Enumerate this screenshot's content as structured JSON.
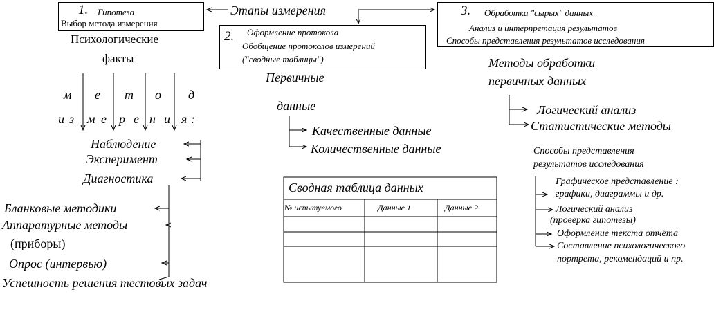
{
  "center_title": "Этапы измерения",
  "stage1": {
    "number": "1.",
    "line1": "Гипотеза",
    "line2": "Выбор метода измерения"
  },
  "stage2": {
    "number": "2.",
    "line1": "Оформление протокола",
    "line2": "Обобщение протоколов измерений",
    "line3": "(\"сводные таблицы\")"
  },
  "stage3": {
    "number": "3.",
    "line1": "Обработка \"сырых\" данных",
    "line2": "Анализ и интерпретация результатов",
    "line3": "Способы представления результатов исследования"
  },
  "psych_facts": {
    "line1": "Психологические",
    "line2": "факты"
  },
  "methods_letters_row1": [
    "м",
    "е",
    "т",
    "о",
    "д"
  ],
  "methods_letters_row2": [
    "и",
    "з",
    "м",
    "е",
    "р",
    "е",
    "н",
    "и",
    "я",
    ":"
  ],
  "methods": [
    "Наблюдение",
    "Эксперимент",
    "Диагностика"
  ],
  "diagnostics": {
    "item1": "Бланковые методики",
    "item2": "Аппаратурные методы",
    "item2_sub": "(приборы)",
    "item3": "Опрос   (интервью)",
    "item4": "Успешность решения тестовых задач"
  },
  "primary_data": {
    "line1": "Первичные",
    "line2": "данные",
    "items": [
      "Качественные  данные",
      "Количественные данные"
    ]
  },
  "summary_table": {
    "title": "Сводная таблица данных",
    "headers": [
      "№ испытуемого",
      "Данные 1",
      "Данные 2"
    ],
    "rows": [
      [
        "",
        "",
        ""
      ],
      [
        "",
        "",
        ""
      ],
      [
        "",
        "",
        ""
      ],
      [
        "",
        "",
        ""
      ]
    ]
  },
  "processing_methods": {
    "line1": "Методы обработки",
    "line2": "первичных данных",
    "items": [
      "Логический анализ",
      "Статистические методы"
    ]
  },
  "presentation": {
    "line1": "Способы представления",
    "line2": "результатов исследования",
    "items": [
      {
        "line1": "Графическое представление :",
        "line2": "графики, диаграммы и др."
      },
      {
        "line1": "Логический анализ",
        "line2": "(проверка гипотезы)"
      },
      {
        "line1": "Оформление текста отчёта",
        "line2": ""
      },
      {
        "line1": "Составление психологического",
        "line2": "портрета, рекомендаций и пр."
      }
    ]
  }
}
